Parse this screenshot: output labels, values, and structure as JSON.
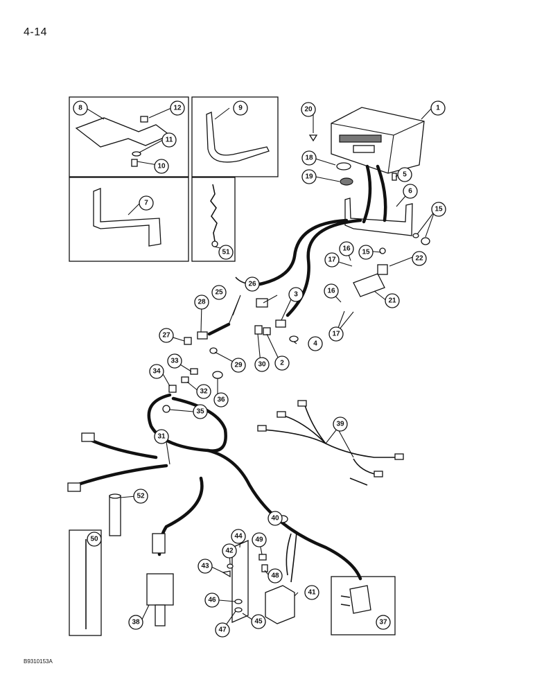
{
  "page": {
    "number": "4-14",
    "figure_code": "B9310153A"
  },
  "callouts": [
    "1",
    "2",
    "3",
    "4",
    "5",
    "6",
    "7",
    "8",
    "9",
    "10",
    "11",
    "12",
    "15",
    "15",
    "16",
    "16",
    "17",
    "17",
    "18",
    "19",
    "20",
    "21",
    "22",
    "25",
    "26",
    "27",
    "28",
    "29",
    "30",
    "31",
    "32",
    "33",
    "34",
    "35",
    "36",
    "37",
    "38",
    "39",
    "40",
    "41",
    "42",
    "43",
    "44",
    "45",
    "46",
    "47",
    "48",
    "49",
    "50",
    "51",
    "52"
  ]
}
